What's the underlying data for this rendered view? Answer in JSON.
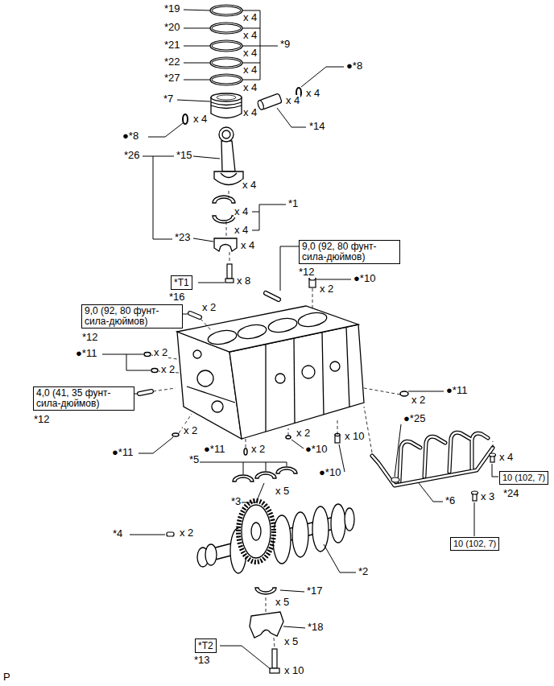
{
  "diagram": {
    "nodes": [
      {
        "text": [
          "9,0 (92, 80 фунт-сила-дюймов)"
        ]
      },
      {
        "text": [
          "*T1"
        ]
      },
      {
        "text": [
          "9,0 (92, 80 фунт-сила-дюймов)"
        ]
      },
      {
        "text": [
          "4,0 (41, 35 фунт-сила-дюймов)"
        ]
      },
      {
        "text": [
          "10 (102, 7)"
        ]
      },
      {
        "text": [
          "10 (102, 7)"
        ]
      },
      {
        "text": [
          "*T2"
        ]
      }
    ],
    "labels": [
      "*19",
      "x 4",
      "*20",
      "x 4",
      "*21",
      "x 4",
      "*22",
      "x 4",
      "*27",
      "x 4",
      "*9",
      "●*8",
      "x 4",
      "*7",
      "x 4",
      "x 4",
      "●*8",
      "x 4",
      "*14",
      "*26",
      "*15",
      "x 4",
      "*1",
      "x 4",
      "x 4",
      "*23",
      "x 4",
      "*12",
      "x 2",
      "●*10",
      "x 8",
      "*16",
      "x 2",
      "*12",
      "●*11",
      "x 2",
      "x 2",
      "●*11",
      "x 2",
      "*12",
      "●*25",
      "x 2",
      "x 2",
      "x 10",
      "●*11",
      "x 2",
      "●*10",
      "●*11",
      "x 4",
      "*5",
      "●*10",
      "x 5",
      "*24",
      "x 3",
      "*3",
      "*6",
      "*4",
      "x 2",
      "*2",
      "*17",
      "x 5",
      "*18",
      "x 5",
      "*13",
      "x 10",
      "P"
    ]
  }
}
